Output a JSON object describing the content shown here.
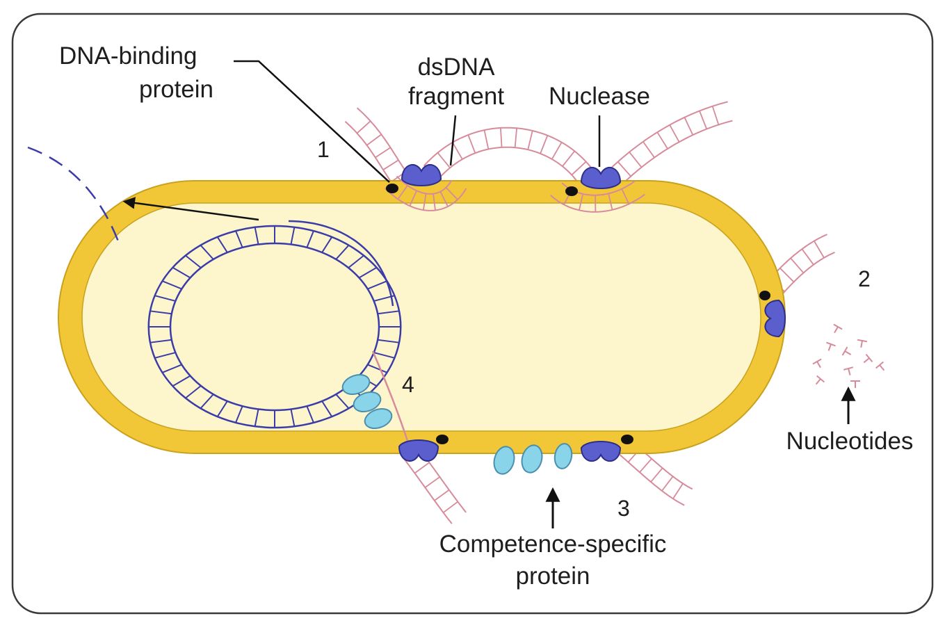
{
  "labels": {
    "dna_binding_protein": [
      "DNA-binding",
      "protein"
    ],
    "dsdna_fragment": [
      "dsDNA",
      "fragment"
    ],
    "nuclease": "Nuclease",
    "nucleotides": "Nucleotides",
    "competence_protein": [
      "Competence-specific",
      "protein"
    ]
  },
  "steps": [
    "1",
    "2",
    "3",
    "4"
  ],
  "colors": {
    "cell_wall": "#f2c737",
    "cytoplasm": "#fdf5cc",
    "wall_outline": "#c8a11d",
    "incoming_dna": "#d78a9a",
    "chromosome": "#3a3ca8",
    "nuclease": "#5b5fce",
    "competence_protein": "#8ad4ea",
    "binding_protein": "#111111"
  },
  "icons": [
    "nuclease-icon",
    "dna-binding-protein-icon",
    "competence-protein-icon",
    "chromosome-icon",
    "arrow-icon"
  ]
}
